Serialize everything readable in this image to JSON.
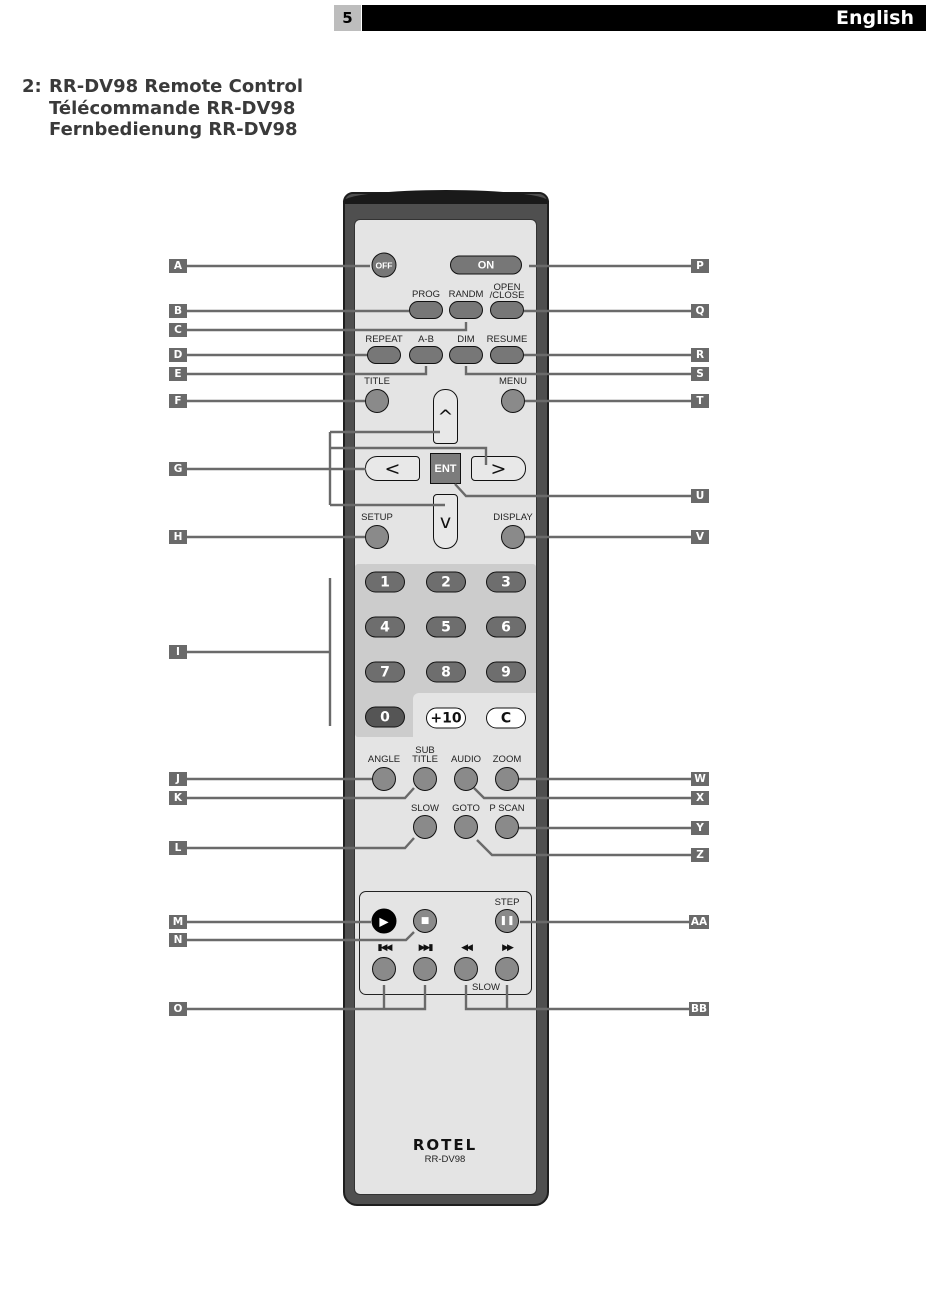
{
  "header": {
    "page_number": "5",
    "language": "English"
  },
  "heading": {
    "number": "2:",
    "lines": [
      "RR-DV98 Remote Control",
      "Télécommande RR-DV98",
      "Fernbedienung RR-DV98"
    ]
  },
  "remote": {
    "brand": "ROTEL",
    "model": "RR-DV98",
    "buttons": {
      "off": "OFF",
      "on": "ON",
      "ent": "ENT",
      "up": "^",
      "down": "v",
      "left": "<",
      "right": ">",
      "num1": "1",
      "num2": "2",
      "num3": "3",
      "num4": "4",
      "num5": "5",
      "num6": "6",
      "num7": "7",
      "num8": "8",
      "num9": "9",
      "num0": "0",
      "plus10": "+10",
      "clear": "C"
    },
    "labels": {
      "prog": "PROG",
      "randm": "RANDM",
      "open_close_1": "OPEN",
      "open_close_2": "/CLOSE",
      "repeat": "REPEAT",
      "ab": "A-B",
      "dim": "DIM",
      "resume": "RESUME",
      "title": "TITLE",
      "menu": "MENU",
      "setup": "SETUP",
      "display": "DISPLAY",
      "angle": "ANGLE",
      "subtitle_1": "SUB",
      "subtitle_2": "TITLE",
      "audio": "AUDIO",
      "zoom": "ZOOM",
      "slow": "SLOW",
      "goto": "GOTO",
      "pscan": "P SCAN",
      "step": "STEP",
      "slow_bracket": "SLOW"
    }
  },
  "callouts": {
    "left": [
      "A",
      "B",
      "C",
      "D",
      "E",
      "F",
      "G",
      "H",
      "I",
      "J",
      "K",
      "L",
      "M",
      "N",
      "O"
    ],
    "right": [
      "P",
      "Q",
      "R",
      "S",
      "T",
      "U",
      "V",
      "W",
      "X",
      "Y",
      "Z",
      "AA",
      "BB"
    ]
  }
}
